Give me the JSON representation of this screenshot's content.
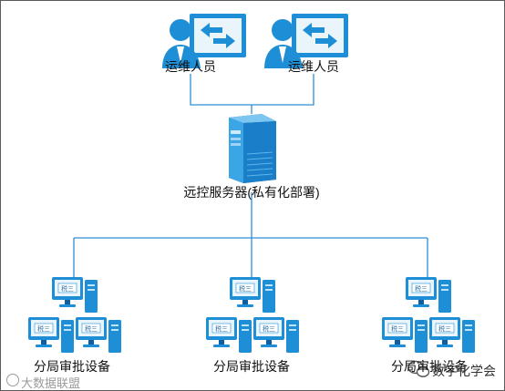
{
  "operators": [
    {
      "label": "运维人员"
    },
    {
      "label": "运维人员"
    }
  ],
  "server": {
    "label": "远控服务器(私有化部署)"
  },
  "branches": [
    {
      "label": "分局审批设备",
      "screen_text": "税三"
    },
    {
      "label": "分局审批设备",
      "screen_text": "税三"
    },
    {
      "label": "分局审批设备",
      "screen_text": "税三"
    }
  ],
  "watermarks": {
    "left": "大数据联盟",
    "right": "数字化学会"
  },
  "colors": {
    "primary": "#1e8fd6",
    "line": "#2d8fd6",
    "dark": "#0d5fa3",
    "screen": "#e9f4fb"
  }
}
